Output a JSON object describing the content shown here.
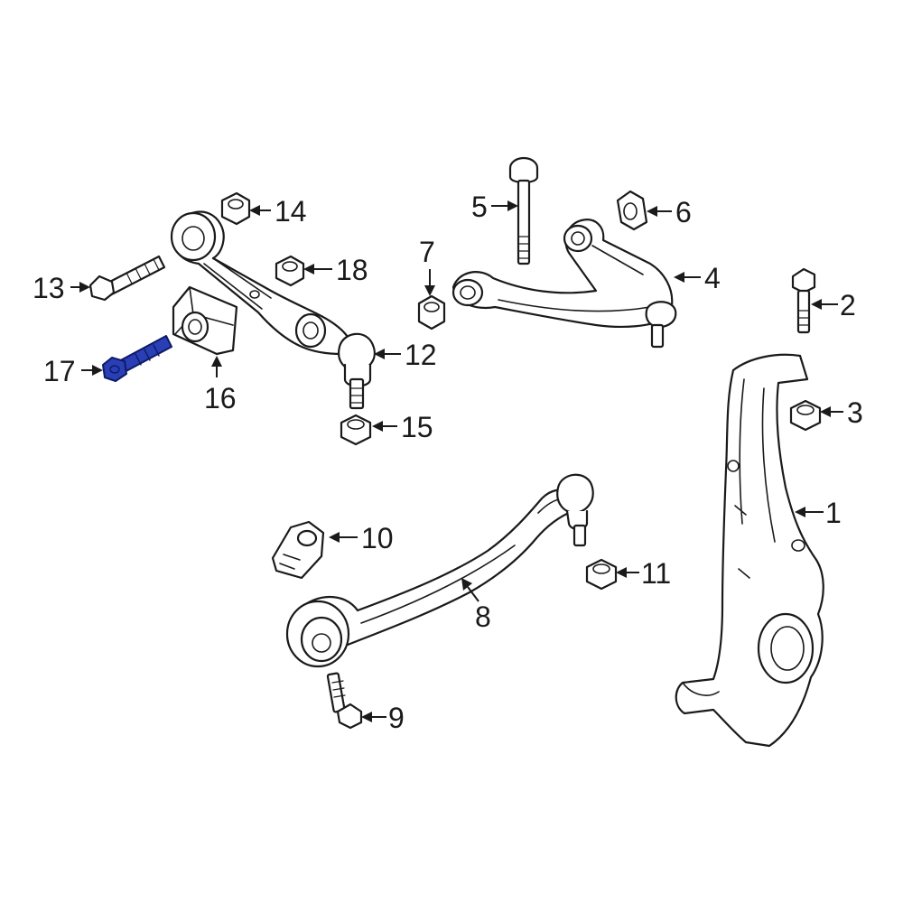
{
  "diagram": {
    "highlight_color": "#2a3fb5",
    "line_color": "#1a1a1a",
    "callouts": [
      {
        "id": "1",
        "label": "1",
        "part": "steering-knuckle"
      },
      {
        "id": "2",
        "label": "2",
        "part": "bolt"
      },
      {
        "id": "3",
        "label": "3",
        "part": "nut"
      },
      {
        "id": "4",
        "label": "4",
        "part": "upper-control-arm"
      },
      {
        "id": "5",
        "label": "5",
        "part": "bolt"
      },
      {
        "id": "6",
        "label": "6",
        "part": "nut"
      },
      {
        "id": "7",
        "label": "7",
        "part": "nut"
      },
      {
        "id": "8",
        "label": "8",
        "part": "lower-control-arm"
      },
      {
        "id": "9",
        "label": "9",
        "part": "bolt"
      },
      {
        "id": "10",
        "label": "10",
        "part": "bracket"
      },
      {
        "id": "11",
        "label": "11",
        "part": "nut"
      },
      {
        "id": "12",
        "label": "12",
        "part": "control-arm"
      },
      {
        "id": "13",
        "label": "13",
        "part": "bolt"
      },
      {
        "id": "14",
        "label": "14",
        "part": "nut"
      },
      {
        "id": "15",
        "label": "15",
        "part": "nut"
      },
      {
        "id": "16",
        "label": "16",
        "part": "bushing"
      },
      {
        "id": "17",
        "label": "17",
        "part": "bolt",
        "highlighted": true
      },
      {
        "id": "18",
        "label": "18",
        "part": "nut"
      }
    ]
  }
}
